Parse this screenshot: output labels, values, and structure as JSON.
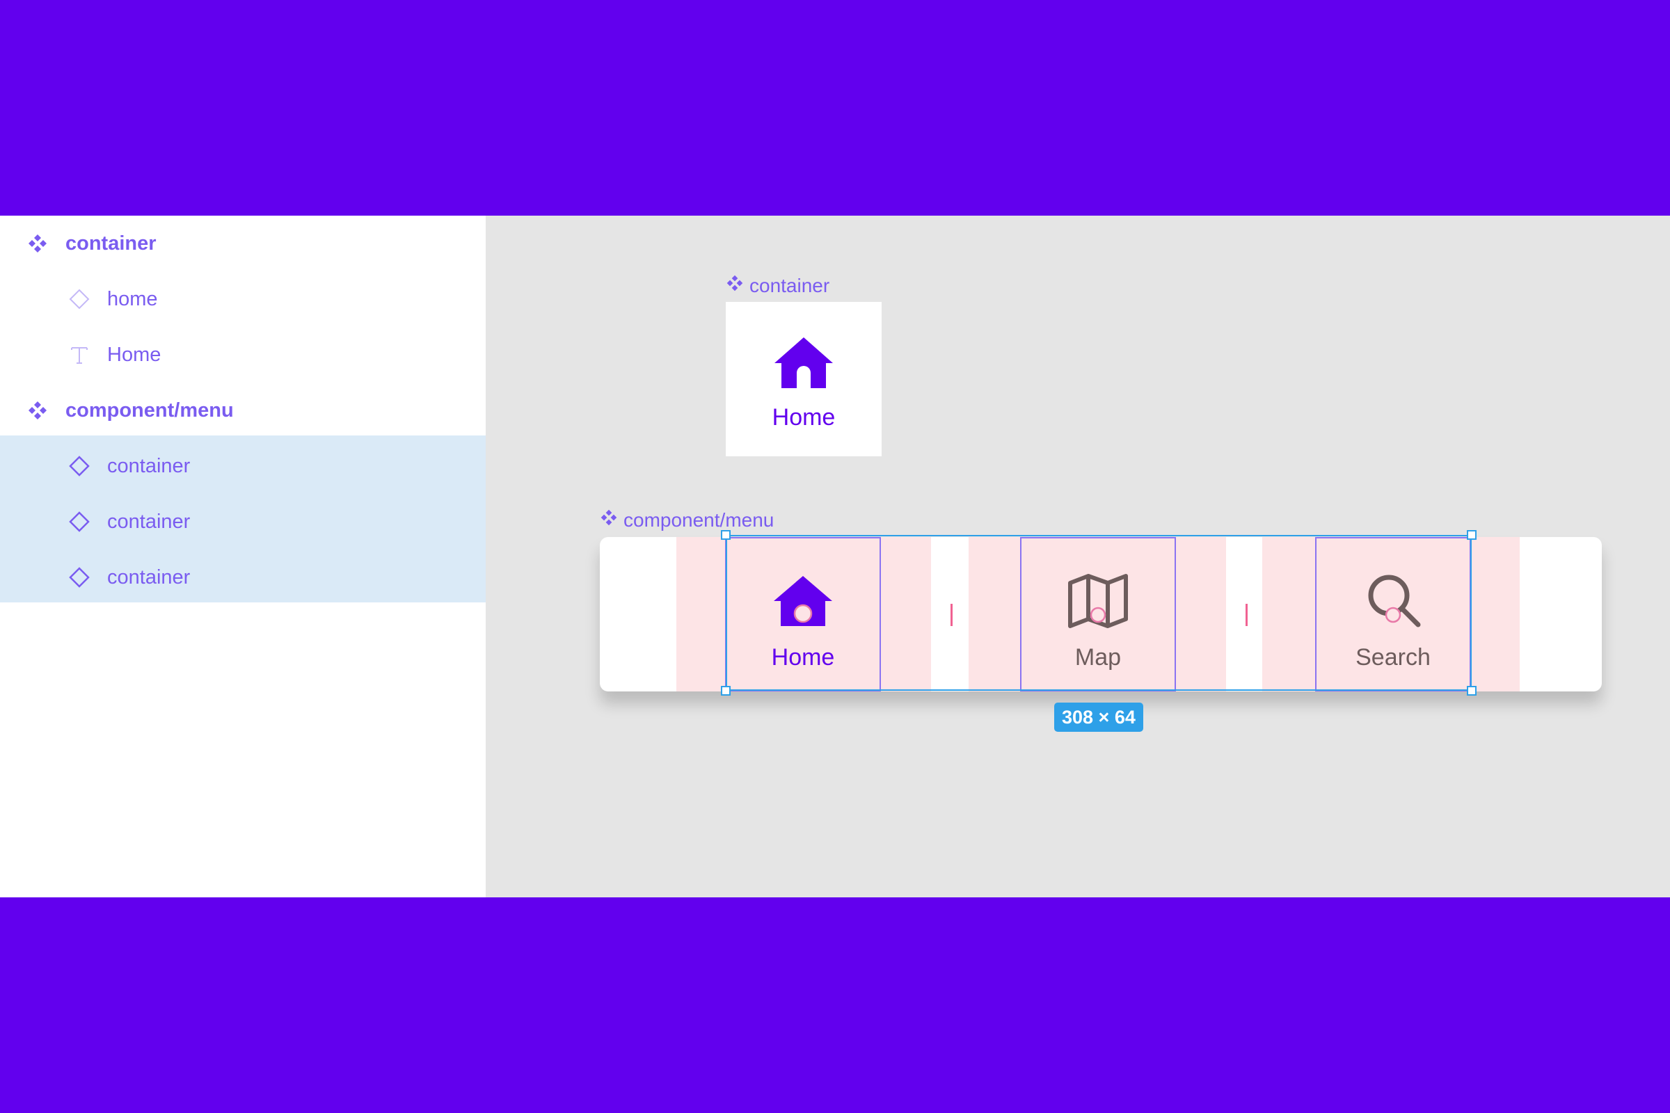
{
  "layers": {
    "rows": [
      {
        "label": "container",
        "icon": "component-icon"
      },
      {
        "label": "home",
        "icon": "instance-icon"
      },
      {
        "label": "Home",
        "icon": "text-icon"
      },
      {
        "label": "component/menu",
        "icon": "component-icon"
      },
      {
        "label": "container",
        "icon": "instance-icon"
      },
      {
        "label": "container",
        "icon": "instance-icon"
      },
      {
        "label": "container",
        "icon": "instance-icon"
      }
    ]
  },
  "canvas": {
    "container_frame": {
      "label": "container",
      "item_label": "Home",
      "icon": "home-icon"
    },
    "menu_frame": {
      "label": "component/menu",
      "items": [
        {
          "label": "Home",
          "icon": "home-icon"
        },
        {
          "label": "Map",
          "icon": "map-icon"
        },
        {
          "label": "Search",
          "icon": "search-icon"
        }
      ],
      "selection_size": "308 × 64"
    }
  },
  "colors": {
    "brand": "#6200ee",
    "accent": "#7a5cf0",
    "selection": "#2ea0e8",
    "inactive_icon": "#6d5c5c",
    "padding_highlight": "#fde4e6"
  }
}
